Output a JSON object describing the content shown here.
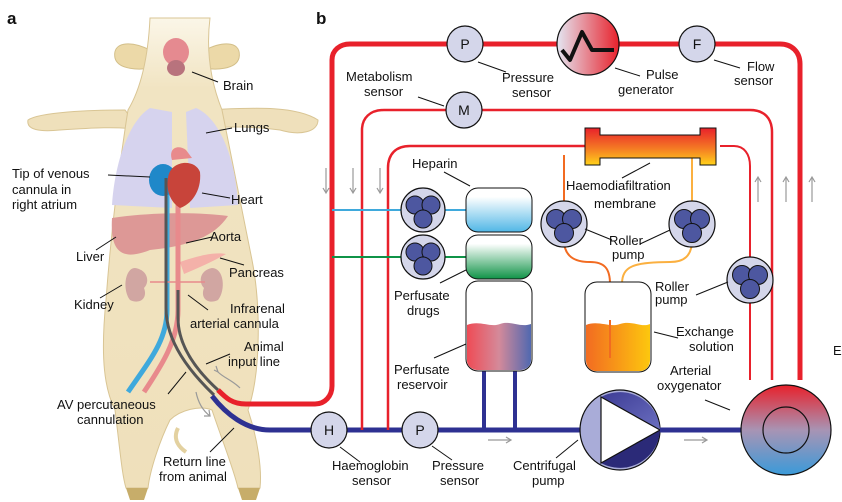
{
  "panels": {
    "a": "a",
    "b": "b"
  },
  "panel_a": {
    "labels": {
      "brain": "Brain",
      "lungs": "Lungs",
      "venous_tip": [
        "Tip of venous",
        "cannula in",
        "right atrium"
      ],
      "heart": "Heart",
      "aorta": "Aorta",
      "liver": "Liver",
      "pancreas": "Pancreas",
      "kidney": "Kidney",
      "infrarenal": [
        "Infrarenal",
        "arterial cannula"
      ],
      "animal_input": [
        "Animal",
        "input line"
      ],
      "av_cannulation": [
        "AV percutaneous",
        "cannulation"
      ],
      "return_line": [
        "Return line",
        "from animal"
      ]
    }
  },
  "panel_b": {
    "sensors": {
      "pressure_top": "P",
      "metabolism": "M",
      "flow": "F",
      "haemoglobin": "H",
      "pressure_bottom": "P"
    },
    "labels": {
      "pressure_top": [
        "Pressure",
        "sensor"
      ],
      "metabolism": [
        "Metabolism",
        "sensor"
      ],
      "pulse": [
        "Pulse",
        "generator"
      ],
      "flow": [
        "Flow",
        "sensor"
      ],
      "heparin": "Heparin",
      "hdf_membrane": [
        "Haemodiafiltration",
        "membrane"
      ],
      "roller_pump_mid": [
        "Roller",
        "pump"
      ],
      "roller_pump_right": [
        "Roller",
        "pump"
      ],
      "perfusate_drugs": [
        "Perfusate",
        "drugs"
      ],
      "perfusate_reservoir": [
        "Perfusate",
        "reservoir"
      ],
      "exchange": [
        "Exchange",
        "solution"
      ],
      "oxygenator": [
        "Arterial",
        "oxygenator"
      ],
      "haemoglobin": [
        "Haemoglobin",
        "sensor"
      ],
      "pressure_bottom": [
        "Pressure",
        "sensor"
      ],
      "centrifugal": [
        "Centrifugal",
        "pump"
      ],
      "edge_letter": "E"
    },
    "colors": {
      "arterial_red": "#e8212b",
      "venous_blue": "#2e3192",
      "heparin_line": "#3fa9dc",
      "drug_line": "#0f9347",
      "exchange_orange": "#f26b21",
      "exchange_yellow": "#fbb040",
      "sensor_fill": "#d4d6ea",
      "roller_fill": "#4d57a0"
    }
  }
}
